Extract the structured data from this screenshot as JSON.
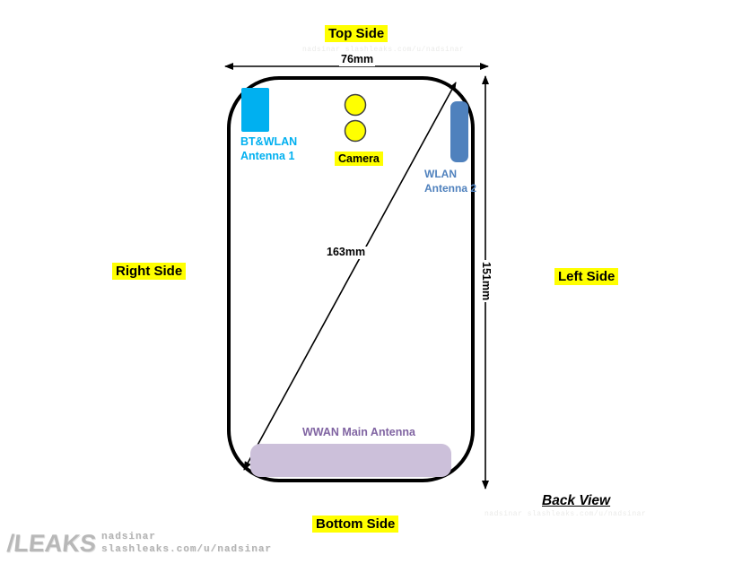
{
  "side_labels": {
    "top": "Top Side",
    "bottom": "Bottom Side",
    "right": "Right Side",
    "left": "Left Side"
  },
  "view_label": "Back View",
  "dimensions": {
    "width": "76mm",
    "diagonal": "163mm",
    "height": "151mm"
  },
  "components": {
    "antenna1": {
      "label_line1": "BT&WLAN",
      "label_line2": "Antenna 1",
      "color": "#00B0F0"
    },
    "camera": {
      "label": "Camera",
      "lens_color": "#FFFF00"
    },
    "antenna2": {
      "label_line1": "WLAN",
      "label_line2": "Antenna 2",
      "color": "#4F81BD"
    },
    "wwan": {
      "label": "WWAN Main Antenna",
      "text_color": "#8064A2",
      "fill_color": "#CCC0DA"
    }
  },
  "highlight_color": "#FFFF00",
  "watermark": {
    "logo": "/LEAKS",
    "username": "nadsinar",
    "url": "slashleaks.com/u/nadsinar",
    "faint_text": "nadsinar slashleaks.com/u/nadsinar"
  }
}
